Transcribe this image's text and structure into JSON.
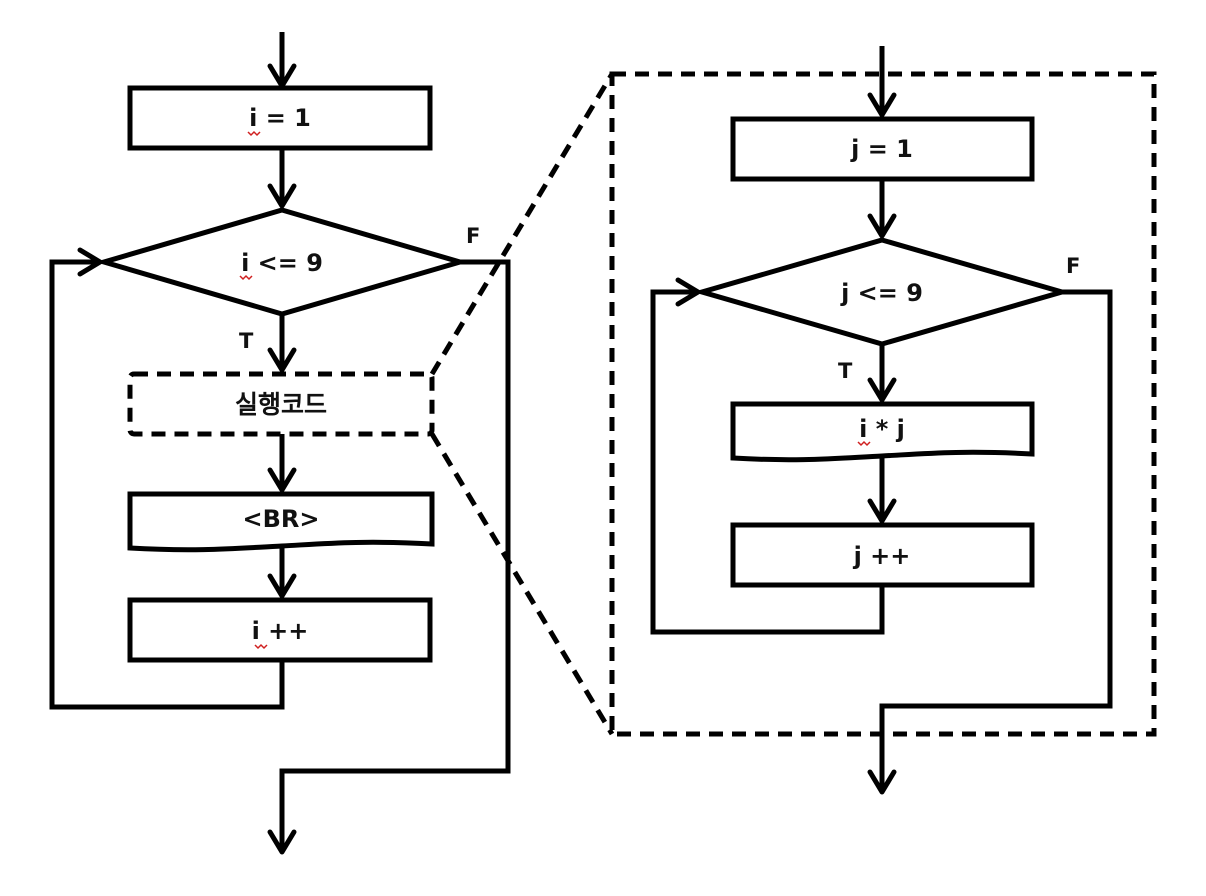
{
  "outer_loop": {
    "init": "i = 1",
    "condition": "i <= 9",
    "true_label": "T",
    "false_label": "F",
    "body": "실행코드",
    "output": "<BR>",
    "increment": "i ++"
  },
  "inner_loop": {
    "init": "j = 1",
    "condition": "j <= 9",
    "true_label": "T",
    "false_label": "F",
    "output": "i * j",
    "increment": "j ++"
  }
}
